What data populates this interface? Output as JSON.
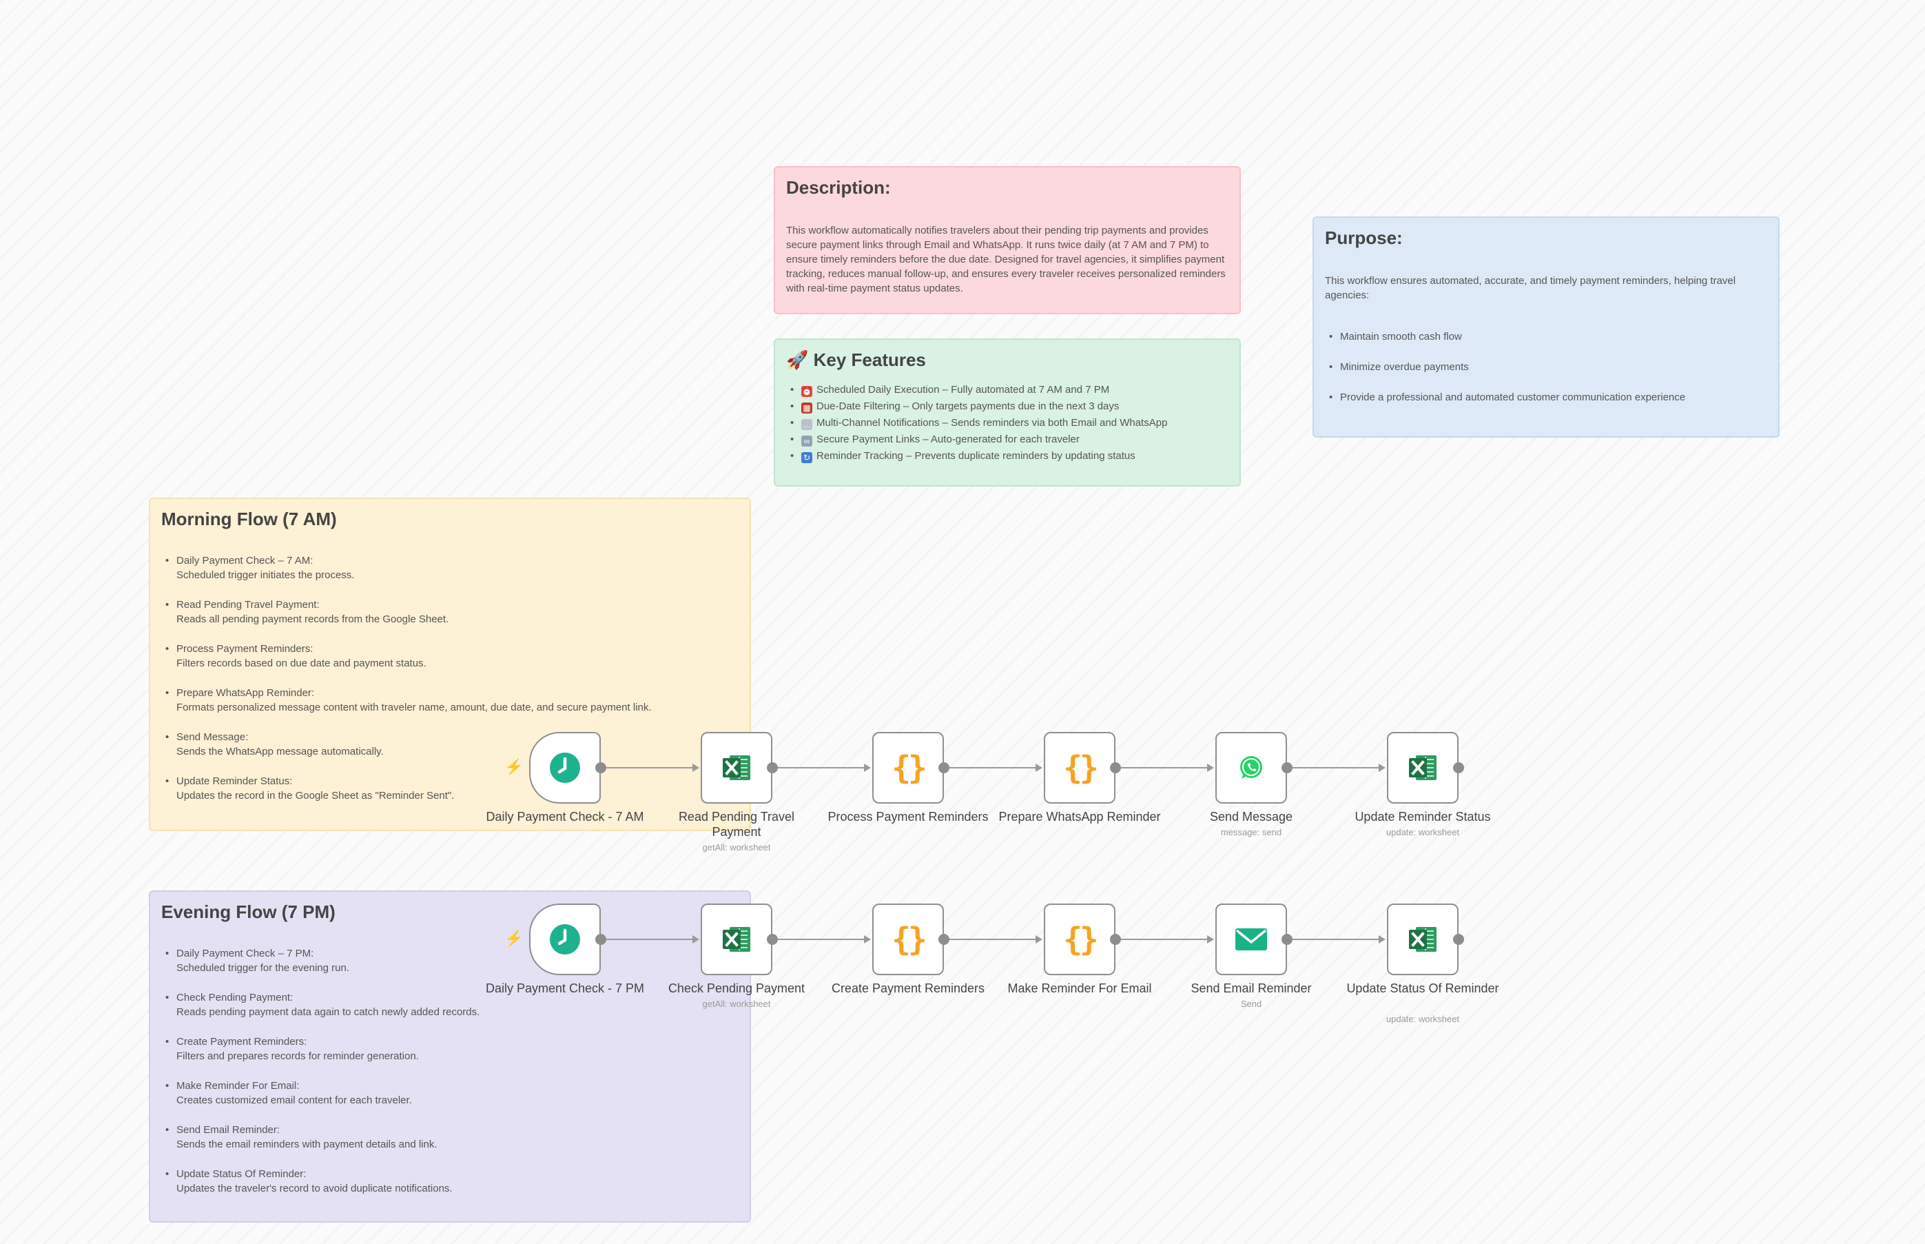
{
  "description": {
    "title": "Description:",
    "body": "This workflow automatically notifies travelers about their pending trip payments and provides secure payment links through Email and WhatsApp. It runs twice daily (at 7 AM and 7 PM) to ensure timely reminders before the due date. Designed for travel agencies, it simplifies payment tracking, reduces manual follow-up, and ensures every traveler receives personalized reminders with real-time payment status updates."
  },
  "key_features": {
    "title": "🚀 Key Features",
    "items": [
      {
        "icon": "alarm-clock-emoji",
        "text": "Scheduled Daily Execution – Fully automated at 7 AM and 7 PM"
      },
      {
        "icon": "calendar-emoji",
        "text": "Due-Date Filtering – Only targets payments due in the next 3 days"
      },
      {
        "icon": "speech-bubble-emoji",
        "text": "Multi-Channel Notifications – Sends reminders via both Email and WhatsApp"
      },
      {
        "icon": "link-emoji",
        "text": "Secure Payment Links – Auto-generated for each traveler"
      },
      {
        "icon": "arrows-cycle-emoji",
        "text": "Reminder Tracking – Prevents duplicate reminders by updating status"
      }
    ]
  },
  "purpose": {
    "title": "Purpose:",
    "body": "This workflow ensures automated, accurate, and timely payment reminders, helping travel agencies:",
    "items": [
      "Maintain smooth cash flow",
      "Minimize overdue payments",
      "Provide a professional and automated customer communication experience"
    ]
  },
  "morning": {
    "title": "Morning Flow (7 AM)",
    "items": [
      {
        "head": "Daily Payment Check – 7 AM:",
        "sub": "Scheduled trigger initiates the process."
      },
      {
        "head": "Read Pending Travel Payment:",
        "sub": "Reads all pending payment records from the Google Sheet."
      },
      {
        "head": "Process Payment Reminders:",
        "sub": "Filters records based on due date and payment status."
      },
      {
        "head": "Prepare WhatsApp Reminder:",
        "sub": "Formats personalized message content with traveler name, amount, due date, and secure payment link."
      },
      {
        "head": "Send Message:",
        "sub": "Sends the WhatsApp message automatically."
      },
      {
        "head": "Update Reminder Status:",
        "sub": "Updates the record in the Google Sheet as \"Reminder Sent\"."
      }
    ],
    "nodes": [
      {
        "label": "Daily Payment Check - 7 AM",
        "sub": "",
        "icon": "clock-icon"
      },
      {
        "label": "Read Pending Travel Payment",
        "sub": "getAll: worksheet",
        "icon": "excel-icon"
      },
      {
        "label": "Process Payment Reminders",
        "sub": "",
        "icon": "code-braces-icon"
      },
      {
        "label": "Prepare WhatsApp Reminder",
        "sub": "",
        "icon": "code-braces-icon"
      },
      {
        "label": "Send Message",
        "sub": "message: send",
        "icon": "whatsapp-icon"
      },
      {
        "label": "Update Reminder Status",
        "sub": "update: worksheet",
        "icon": "excel-icon"
      }
    ]
  },
  "evening": {
    "title": "Evening Flow (7 PM)",
    "items": [
      {
        "head": "Daily Payment Check – 7 PM:",
        "sub": "Scheduled trigger for the evening run."
      },
      {
        "head": "Check Pending Payment:",
        "sub": "Reads pending payment data again to catch newly added records."
      },
      {
        "head": "Create Payment Reminders:",
        "sub": "Filters and prepares records for reminder generation."
      },
      {
        "head": "Make Reminder For Email:",
        "sub": "Creates customized email content for each traveler."
      },
      {
        "head": "Send Email Reminder:",
        "sub": "Sends the email reminders with payment details and link."
      },
      {
        "head": "Update Status Of Reminder:",
        "sub": "Updates the traveler's record to avoid duplicate notifications."
      }
    ],
    "nodes": [
      {
        "label": "Daily Payment Check - 7 PM",
        "sub": "",
        "icon": "clock-icon"
      },
      {
        "label": "Check Pending Payment",
        "sub": "getAll: worksheet",
        "icon": "excel-icon"
      },
      {
        "label": "Create Payment Reminders",
        "sub": "",
        "icon": "code-braces-icon"
      },
      {
        "label": "Make Reminder For Email",
        "sub": "",
        "icon": "code-braces-icon"
      },
      {
        "label": "Send Email Reminder",
        "sub": "Send",
        "icon": "email-icon"
      },
      {
        "label": "Update Status Of Reminder",
        "sub": "update: worksheet",
        "icon": "excel-icon"
      }
    ]
  },
  "colors": {
    "trigger_bolt": "#ff6d5a",
    "clock": "#1eb28f",
    "excel": "#1f7244",
    "braces": "#f6a323",
    "whatsapp": "#25d366",
    "email": "#19b387"
  }
}
